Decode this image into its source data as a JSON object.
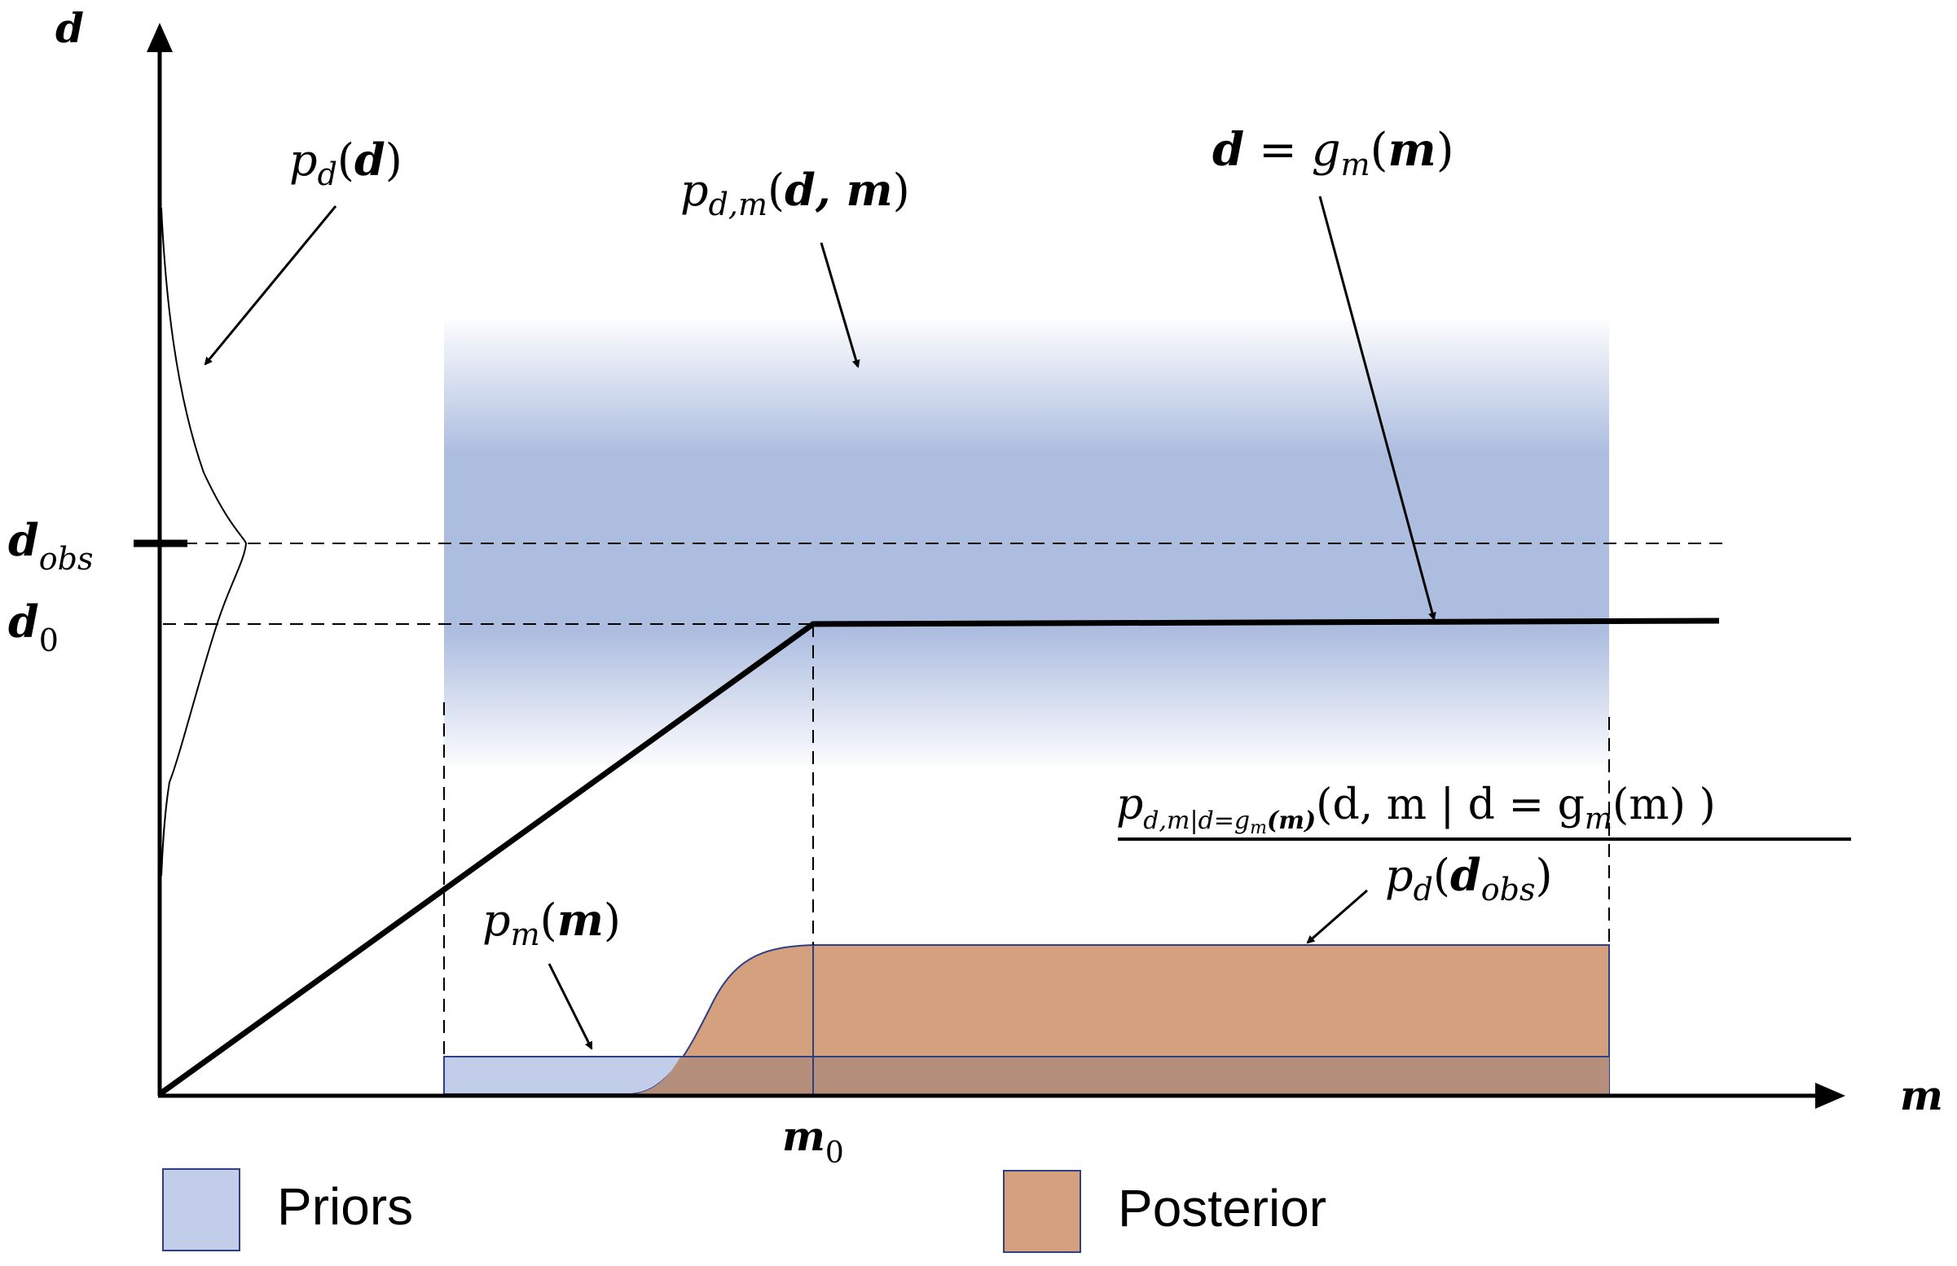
{
  "axes": {
    "x_label": "m",
    "y_label": "d"
  },
  "ticks": {
    "d_obs": {
      "main": "d",
      "sub": "obs"
    },
    "d_0": {
      "main": "d",
      "sub": "0"
    },
    "m_0": {
      "main": "m",
      "sub": "0"
    }
  },
  "annotations": {
    "pd": {
      "p": "p",
      "sub": "d",
      "open": "(",
      "arg": "d",
      "close": ")"
    },
    "pdm": {
      "p": "p",
      "sub": "d,m",
      "open": "(",
      "arg": "d, m",
      "close": ")"
    },
    "gm": {
      "lhs": "d",
      "eq": " = ",
      "g": "g",
      "sub": "m",
      "open": "(",
      "arg": "m",
      "close": ")"
    },
    "pm": {
      "p": "p",
      "sub": "m",
      "open": "(",
      "arg": "m",
      "close": ")"
    },
    "posterior_fraction": {
      "num_p": "p",
      "num_sub": "d,m|d=g",
      "num_sub2": "m",
      "num_sub3": "(m)",
      "num_body": "(d, m | d = g",
      "num_body_sub": "m",
      "num_tail": "(m) )",
      "den_p": "p",
      "den_sub": "d",
      "den_open": "(",
      "den_arg": "d",
      "den_arg_sub": "obs",
      "den_close": ")"
    }
  },
  "legend": {
    "items": [
      {
        "label": "Priors",
        "color": "#c1cde9"
      },
      {
        "label": "Posterior",
        "color": "#d4a07e"
      }
    ]
  },
  "colors": {
    "joint_band": "#adbde0",
    "prior_fill": "#c1cde9",
    "prior_edge": "#2f3f86",
    "posterior_fill": "#d4a07e",
    "overlap_fill": "#b68e7c",
    "axis": "#000000"
  }
}
